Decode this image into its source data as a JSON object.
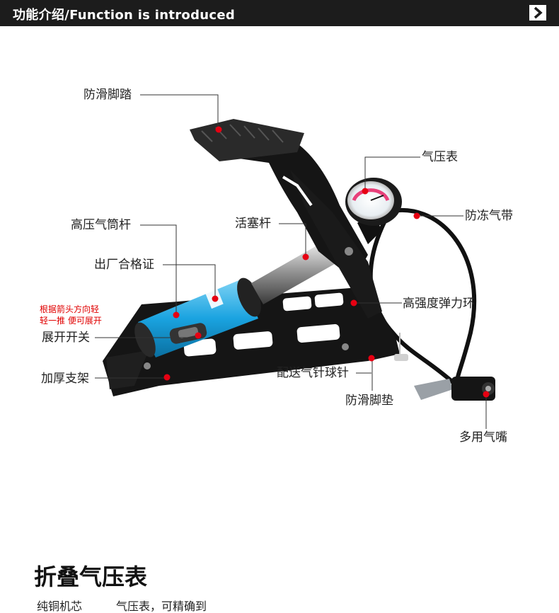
{
  "header": {
    "title": "功能介绍/Function is introduced",
    "next_icon": "chevron-right-icon"
  },
  "callouts": {
    "pedal": "防滑脚踏",
    "gauge": "气压表",
    "antifreeze_hose": "防冻气带",
    "barrel_rod": "高压气筒杆",
    "piston_rod": "活塞杆",
    "certificate": "出厂合格证",
    "elastic_ring": "高强度弹力环",
    "unfold_switch": "展开开关",
    "needle_ball": "配送气针球针",
    "thick_bracket": "加厚支架",
    "antislip_pad": "防滑脚垫",
    "multi_nozzle": "多用气嘴"
  },
  "note": {
    "line1": "根据箭头方向轻",
    "line2": "轻一推 便可展开"
  },
  "section": {
    "title": "折叠气压表",
    "sub_a": "纯铜机芯",
    "sub_b": "气压表，可精确到"
  },
  "colors": {
    "header_bg": "#1c1c1c",
    "dot_red": "#e60012",
    "barrel_blue": "#1aa3e0"
  }
}
